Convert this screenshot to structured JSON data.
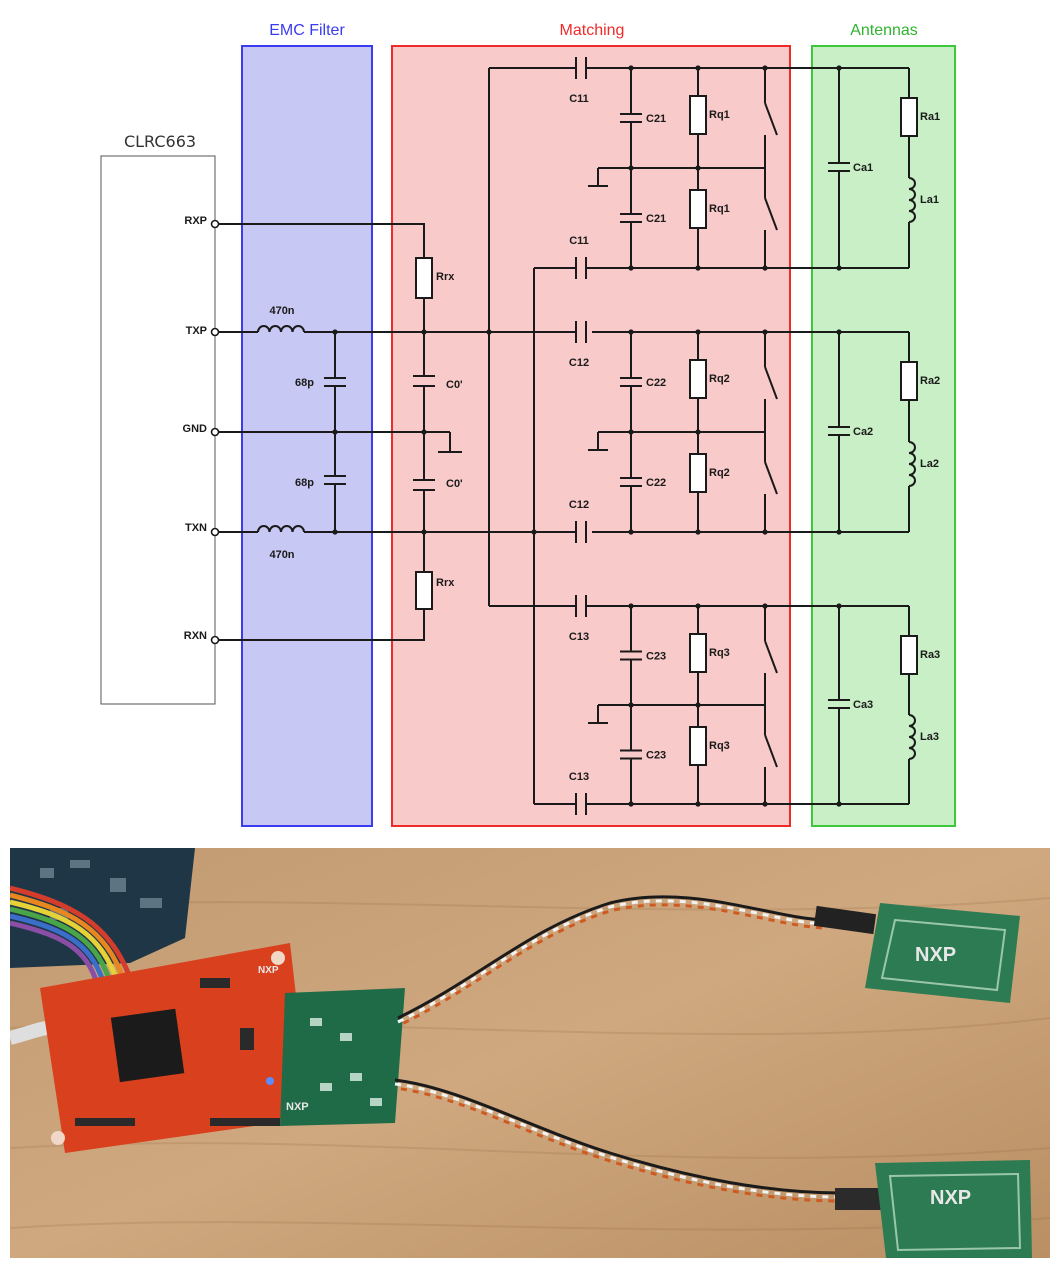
{
  "diagram": {
    "chip_name": "CLRC663",
    "sections": {
      "emc": "EMC Filter",
      "matching": "Matching",
      "antennas": "Antennas"
    },
    "colors": {
      "emc_fill": "#c8c8f4",
      "emc_border": "#3b3bf0",
      "matching_fill": "#f9caca",
      "matching_border": "#ee2a2a",
      "antennas_fill": "#c9efc6",
      "antennas_border": "#3cc73c"
    },
    "pins": [
      "RXP",
      "TXP",
      "GND",
      "TXN",
      "RXN"
    ],
    "emc_labels": {
      "l_top": "470n",
      "l_bot": "470n",
      "c_top": "68p",
      "c_bot": "68p"
    },
    "rx_labels": {
      "r_top": "Rrx",
      "c_top": "C0'",
      "c_bot": "C0'",
      "r_bot": "Rrx"
    },
    "stages": [
      {
        "c_top": "C11",
        "c_bot": "C11",
        "c2_top": "C21",
        "c2_bot": "C21",
        "rq_top": "Rq1",
        "rq_bot": "Rq1",
        "ca": "Ca1",
        "ra": "Ra1",
        "la": "La1"
      },
      {
        "c_top": "C12",
        "c_bot": "C12",
        "c2_top": "C22",
        "c2_bot": "C22",
        "rq_top": "Rq2",
        "rq_bot": "Rq2",
        "ca": "Ca2",
        "ra": "Ra2",
        "la": "La2"
      },
      {
        "c_top": "C13",
        "c_bot": "C13",
        "c2_top": "C23",
        "c2_bot": "C23",
        "rq_top": "Rq3",
        "rq_bot": "Rq3",
        "ca": "Ca3",
        "ra": "Ra3",
        "la": "La3"
      }
    ]
  },
  "photo": {
    "logos": [
      "NXP",
      "NXP",
      "NXP",
      "NXP"
    ]
  }
}
